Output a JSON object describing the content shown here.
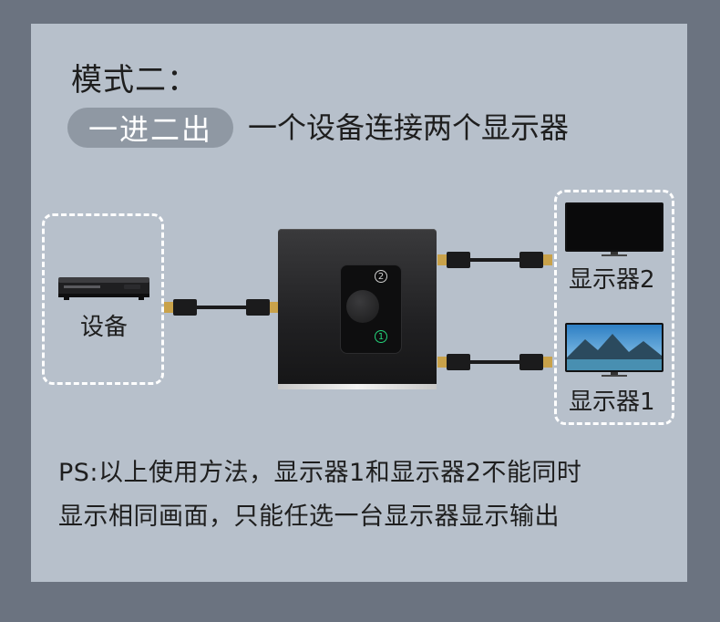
{
  "header": {
    "mode_title": "模式二：",
    "mode_pill": "一进二出",
    "mode_subtitle": "一个设备连接两个显示器"
  },
  "diagram": {
    "source_label": "设备",
    "monitor2_label": "显示器2",
    "monitor1_label": "显示器1",
    "led_2": "2",
    "led_1": "1",
    "colors": {
      "active_led": "#24d37a",
      "dashed_border": "#ffffff"
    }
  },
  "footer": {
    "line1": "PS:以上使用方法，显示器1和显示器2不能同时",
    "line2": "显示相同画面，只能任选一台显示器显示输出"
  }
}
